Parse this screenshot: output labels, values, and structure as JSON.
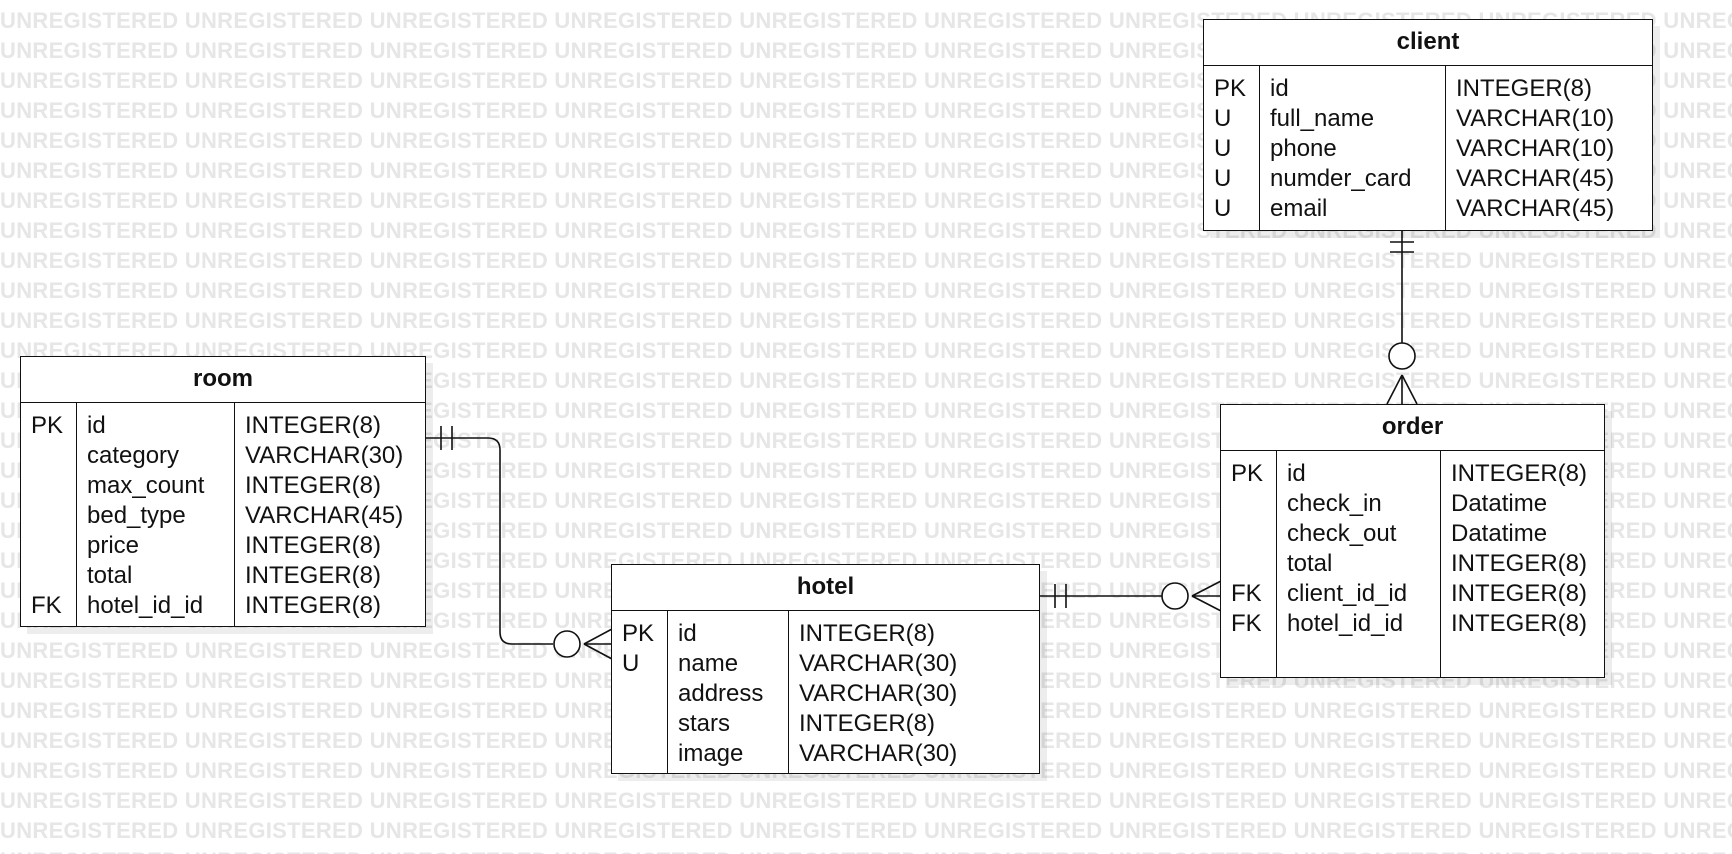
{
  "watermark": {
    "text": "UNREGISTERED"
  },
  "entities": {
    "client": {
      "name": "client",
      "rows": [
        {
          "key": "PK",
          "field": "id",
          "type": "INTEGER(8)"
        },
        {
          "key": "U",
          "field": "full_name",
          "type": "VARCHAR(10)"
        },
        {
          "key": "U",
          "field": "phone",
          "type": "VARCHAR(10)"
        },
        {
          "key": "U",
          "field": "numder_card",
          "type": "VARCHAR(45)"
        },
        {
          "key": "U",
          "field": "email",
          "type": "VARCHAR(45)"
        }
      ]
    },
    "room": {
      "name": "room",
      "rows": [
        {
          "key": "PK",
          "field": "id",
          "type": "INTEGER(8)"
        },
        {
          "key": "",
          "field": "category",
          "type": "VARCHAR(30)"
        },
        {
          "key": "",
          "field": "max_count",
          "type": "INTEGER(8)"
        },
        {
          "key": "",
          "field": "bed_type",
          "type": "VARCHAR(45)"
        },
        {
          "key": "",
          "field": "price",
          "type": "INTEGER(8)"
        },
        {
          "key": "",
          "field": "total",
          "type": "INTEGER(8)"
        },
        {
          "key": "FK",
          "field": "hotel_id_id",
          "type": "INTEGER(8)"
        }
      ]
    },
    "order": {
      "name": "order",
      "rows": [
        {
          "key": "PK",
          "field": "id",
          "type": "INTEGER(8)"
        },
        {
          "key": "",
          "field": "check_in",
          "type": "Datatime"
        },
        {
          "key": "",
          "field": "check_out",
          "type": "Datatime"
        },
        {
          "key": "",
          "field": "total",
          "type": "INTEGER(8)"
        },
        {
          "key": "FK",
          "field": "client_id_id",
          "type": "INTEGER(8)"
        },
        {
          "key": "FK",
          "field": "hotel_id_id",
          "type": "INTEGER(8)"
        }
      ]
    },
    "hotel": {
      "name": "hotel",
      "rows": [
        {
          "key": "PK",
          "field": "id",
          "type": "INTEGER(8)"
        },
        {
          "key": "U",
          "field": "name",
          "type": "VARCHAR(30)"
        },
        {
          "key": "",
          "field": "address",
          "type": "VARCHAR(30)"
        },
        {
          "key": "",
          "field": "stars",
          "type": "INTEGER(8)"
        },
        {
          "key": "",
          "field": "image",
          "type": "VARCHAR(30)"
        }
      ]
    }
  },
  "relationships": [
    {
      "from": "client",
      "to": "order",
      "from_cardinality": "exactly-one",
      "to_cardinality": "zero-or-many"
    },
    {
      "from": "room",
      "to": "hotel",
      "from_cardinality": "exactly-one",
      "to_cardinality": "zero-or-many"
    },
    {
      "from": "hotel",
      "to": "order",
      "from_cardinality": "exactly-one",
      "to_cardinality": "zero-or-many"
    }
  ],
  "colors": {
    "line": "#111111",
    "watermark": "#e6e6e6",
    "shadow": "#ededed"
  }
}
